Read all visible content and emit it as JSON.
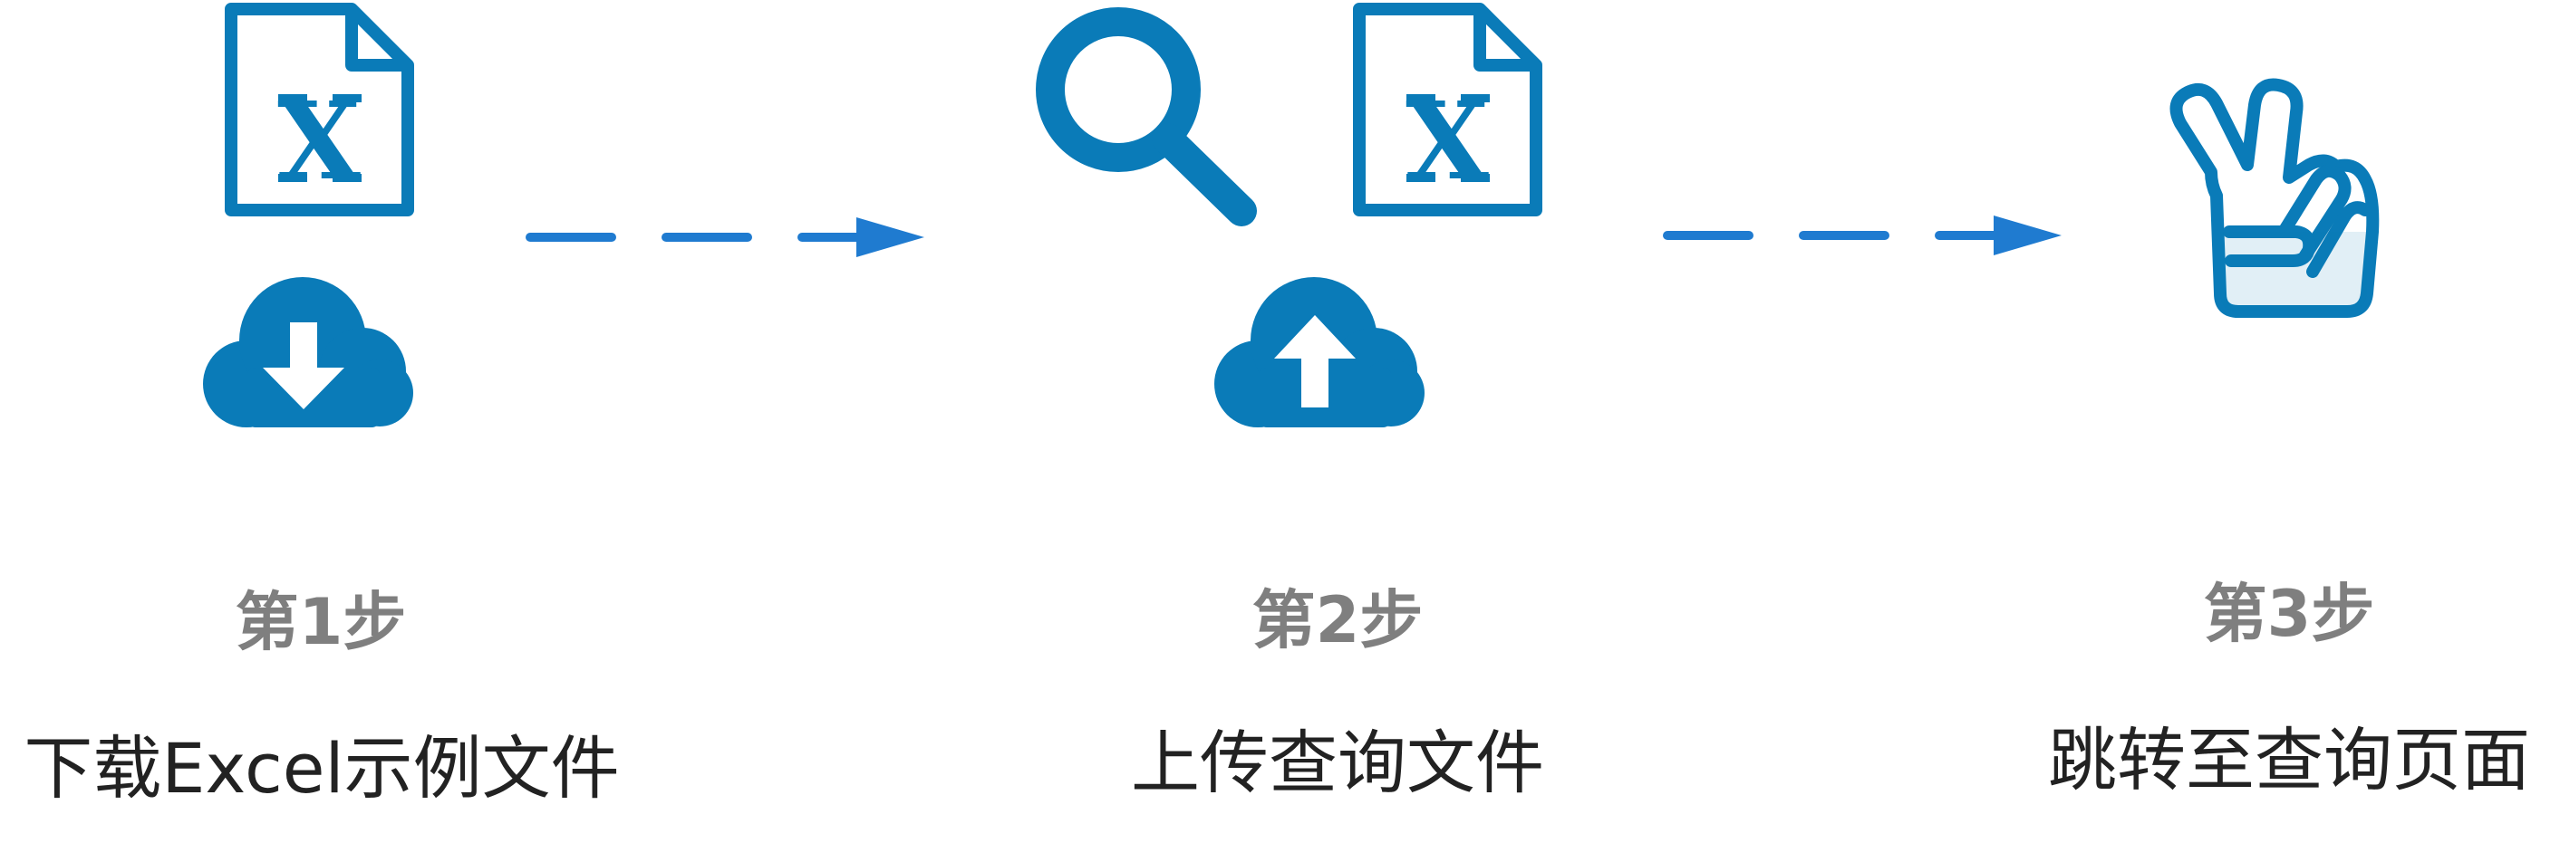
{
  "colors": {
    "icon_blue": "#0a7bb8",
    "arrow_blue": "#1f7bd0",
    "step_title_gray": "#7f7f7f",
    "description_text": "#222222"
  },
  "steps": [
    {
      "title": "第1步",
      "description": "下载Excel示例文件",
      "icons": [
        "excel-file-icon",
        "cloud-download-icon"
      ]
    },
    {
      "title": "第2步",
      "description": "上传查询文件",
      "icons": [
        "search-icon",
        "excel-file-icon",
        "cloud-upload-icon"
      ]
    },
    {
      "title": "第3步",
      "description": "跳转至查询页面",
      "icons": [
        "victory-hand-icon"
      ]
    }
  ],
  "connectors": [
    "dashed-arrow",
    "dashed-arrow"
  ]
}
